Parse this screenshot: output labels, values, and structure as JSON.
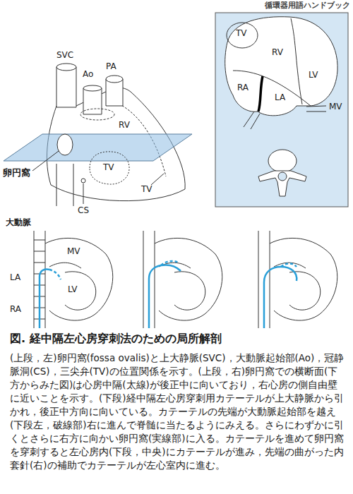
{
  "diagram": {
    "title": "図. 経中隔左心房穿刺法のための局所解剖",
    "caption": "(上段，左)卵円窩(fossa ovalis)と上大静脈(SVC)，大動脈起始部(Ao)，冠静脈洞(CS)，三尖弁(TV)の位置関係を示す。(上段，右)卵円窩での横断面(下方からみた図)は心房中隔(太線)が後正中に向いており，右心房の側自由壁に近いことを示す。(下段)経中隔左心房穿刺用カテーテルが上大静脈から引かれ，後正中方向に向いている。カテーテルの先端が大動脈起始部を越え(下段左，破線部)右に進んで脊髄に当たるようにみえる。さらにわずかに引くとさらに右方に向かい卵円窩(実線部)に入る。カテーテルを進めて卵円窩を穿刺すると左心房内(下段，中央)にカテーテルが進み，先端の曲がった内套針(右)の補助でカテーテルが左心室内に進む。",
    "labels": [
      "循環器用語ハンドブック",
      "SVC",
      "Ao",
      "PA",
      "RV",
      "卵円窩",
      "TV",
      "CS",
      "TV",
      "TV",
      "RV",
      "LV",
      "RA",
      "LA",
      "MV",
      "大動脈",
      "MV",
      "LA",
      "RA",
      "LV"
    ]
  }
}
